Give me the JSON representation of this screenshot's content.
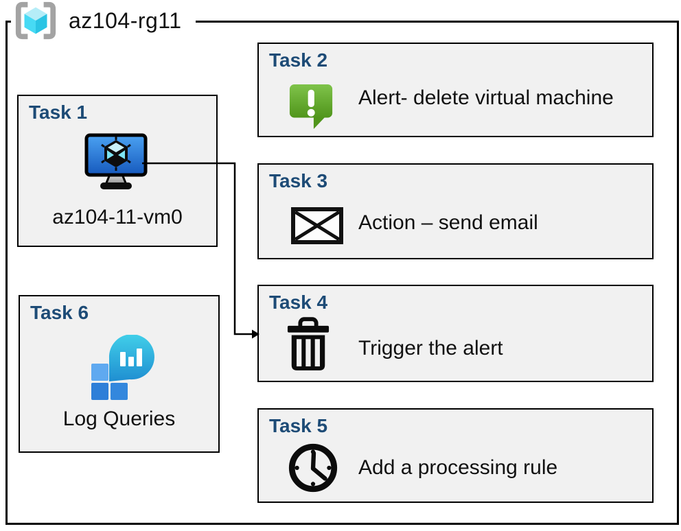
{
  "resource_group": {
    "name": "az104-rg11",
    "icon": "resource-group-icon"
  },
  "tasks": [
    {
      "id": "task-1",
      "title": "Task 1",
      "label": "az104-11-vm0",
      "icon": "virtual-machine-icon"
    },
    {
      "id": "task-2",
      "title": "Task 2",
      "label": "Alert- delete virtual machine",
      "icon": "alert-icon"
    },
    {
      "id": "task-3",
      "title": "Task 3",
      "label": "Action – send email",
      "icon": "email-envelope-icon"
    },
    {
      "id": "task-4",
      "title": "Task 4",
      "label": "Trigger the alert",
      "icon": "trash-icon"
    },
    {
      "id": "task-5",
      "title": "Task 5",
      "label": "Add a processing rule",
      "icon": "clock-icon"
    },
    {
      "id": "task-6",
      "title": "Task 6",
      "label": "Log Queries",
      "icon": "log-analytics-icon"
    }
  ],
  "connector": {
    "from": "task-1",
    "to": "task-4",
    "style": "elbow-arrow"
  },
  "colors": {
    "task_title_blue": "#1d4b76",
    "box_fill": "#f1f1f1",
    "box_border": "#000000",
    "alert_green_top": "#7fc34a",
    "alert_green_bottom": "#50951b",
    "vm_screen_blue_top": "#4ba2f2",
    "vm_screen_blue_bottom": "#1659bd",
    "log_bubble_top": "#41cfe9",
    "log_bubble_bottom": "#1f8ed1",
    "log_square_light": "#5fa9f0",
    "log_square_dark": "#2e7fd8",
    "rg_cube_top": "#b5edf8",
    "rg_cube_left": "#47daf4",
    "rg_cube_right": "#2ac4e4",
    "rg_bracket_gray": "#a3a3a3"
  }
}
